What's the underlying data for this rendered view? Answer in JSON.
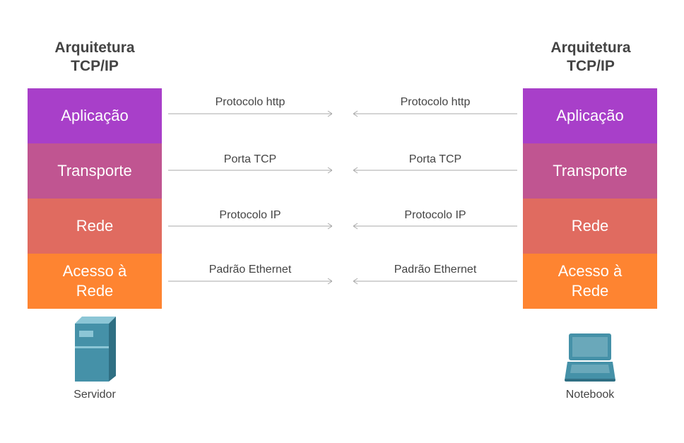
{
  "left": {
    "title_line1": "Arquitetura",
    "title_line2": "TCP/IP",
    "layers": [
      "Aplicação",
      "Transporte",
      "Rede",
      "Acesso à Rede"
    ],
    "device_label": "Servidor",
    "device_icon": "server-icon"
  },
  "right": {
    "title_line1": "Arquitetura",
    "title_line2": "TCP/IP",
    "layers": [
      "Aplicação",
      "Transporte",
      "Rede",
      "Acesso à Rede"
    ],
    "device_label": "Notebook",
    "device_icon": "notebook-icon"
  },
  "links": [
    {
      "left_label": "Protocolo http",
      "right_label": "Protocolo http"
    },
    {
      "left_label": "Porta TCP",
      "right_label": "Porta TCP"
    },
    {
      "left_label": "Protocolo IP",
      "right_label": "Protocolo IP"
    },
    {
      "left_label": "Padrão Ethernet",
      "right_label": "Padrão Ethernet"
    }
  ],
  "colors": {
    "application": "#a83fc9",
    "transport": "#c05591",
    "network": "#e06b60",
    "access": "#fe8431",
    "arrow": "#aaaaaa",
    "device": "#4591a8"
  }
}
